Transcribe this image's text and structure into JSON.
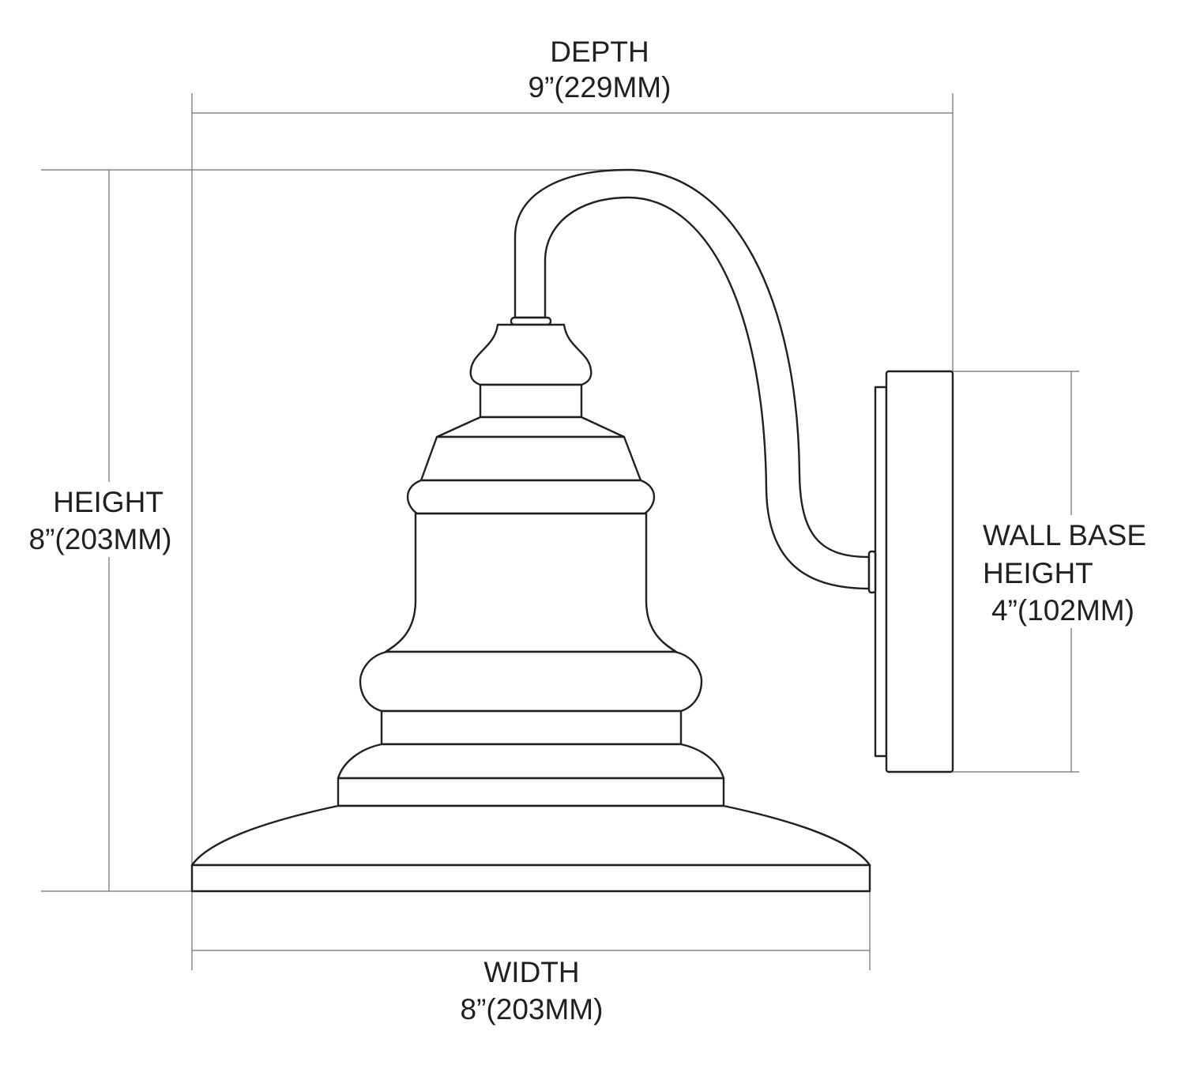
{
  "dimensions": {
    "depth": {
      "label": "DEPTH",
      "value": "9”(229MM)"
    },
    "height": {
      "label": "HEIGHT",
      "value": "8”(203MM)"
    },
    "width": {
      "label": "WIDTH",
      "value": "8”(203MM)"
    },
    "wall_base_height": {
      "label_line1": "WALL BASE",
      "label_line2": "HEIGHT",
      "value": "4”(102MM)"
    }
  },
  "colors": {
    "line": "#231f20",
    "dimension_line": "#6d6e71"
  }
}
